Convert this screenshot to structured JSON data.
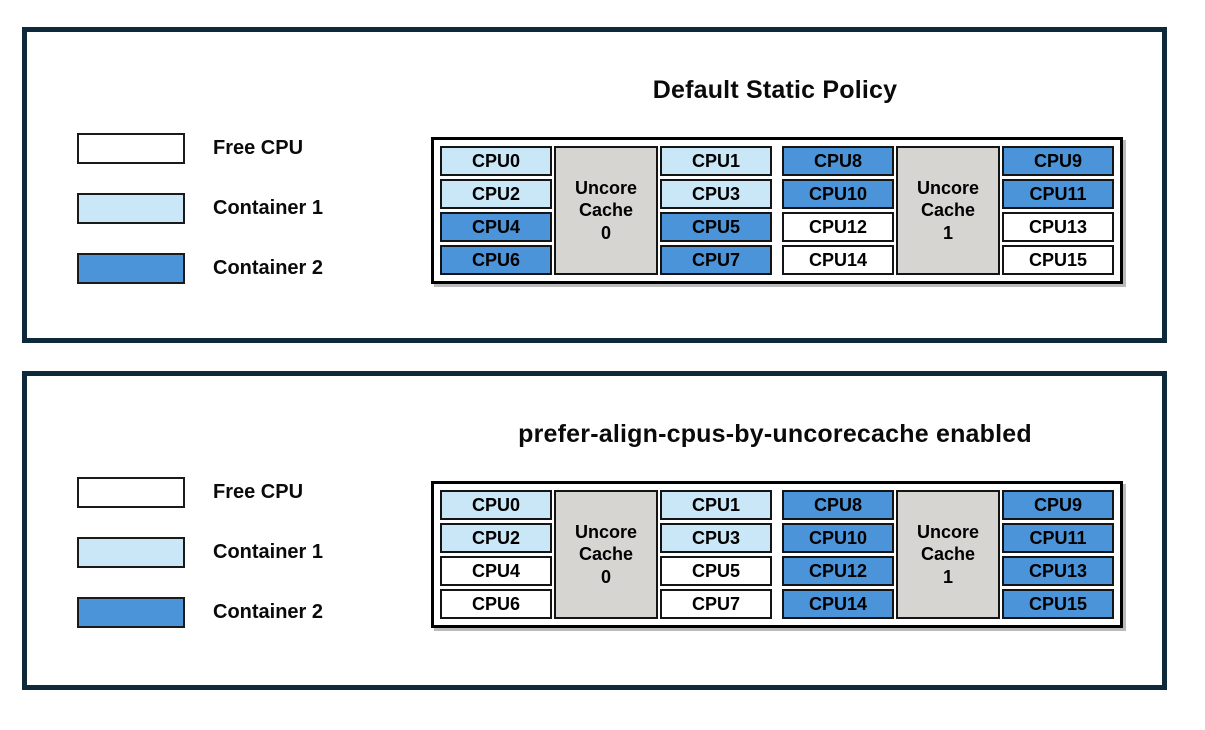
{
  "colors": {
    "free": "#ffffff",
    "container1": "#c9e7f6",
    "container2": "#4b94d9",
    "uncore_fill": "#d6d5d2",
    "panel_border": "#0e2a3a",
    "cell_border": "#141414"
  },
  "legend": {
    "items": [
      {
        "label": "Free CPU",
        "color_key": "free"
      },
      {
        "label": "Container 1",
        "color_key": "container1"
      },
      {
        "label": "Container 2",
        "color_key": "container2"
      }
    ]
  },
  "panels": [
    {
      "title": "Default Static Policy",
      "sockets": [
        {
          "cache_label_lines": [
            "Uncore",
            "Cache",
            "0"
          ],
          "left_cpus": [
            {
              "label": "CPU0",
              "state": "container1"
            },
            {
              "label": "CPU2",
              "state": "container1"
            },
            {
              "label": "CPU4",
              "state": "container2"
            },
            {
              "label": "CPU6",
              "state": "container2"
            }
          ],
          "right_cpus": [
            {
              "label": "CPU1",
              "state": "container1"
            },
            {
              "label": "CPU3",
              "state": "container1"
            },
            {
              "label": "CPU5",
              "state": "container2"
            },
            {
              "label": "CPU7",
              "state": "container2"
            }
          ]
        },
        {
          "cache_label_lines": [
            "Uncore",
            "Cache",
            "1"
          ],
          "left_cpus": [
            {
              "label": "CPU8",
              "state": "container2"
            },
            {
              "label": "CPU10",
              "state": "container2"
            },
            {
              "label": "CPU12",
              "state": "free"
            },
            {
              "label": "CPU14",
              "state": "free"
            }
          ],
          "right_cpus": [
            {
              "label": "CPU9",
              "state": "container2"
            },
            {
              "label": "CPU11",
              "state": "container2"
            },
            {
              "label": "CPU13",
              "state": "free"
            },
            {
              "label": "CPU15",
              "state": "free"
            }
          ]
        }
      ]
    },
    {
      "title": "prefer-align-cpus-by-uncorecache enabled",
      "sockets": [
        {
          "cache_label_lines": [
            "Uncore",
            "Cache",
            "0"
          ],
          "left_cpus": [
            {
              "label": "CPU0",
              "state": "container1"
            },
            {
              "label": "CPU2",
              "state": "container1"
            },
            {
              "label": "CPU4",
              "state": "free"
            },
            {
              "label": "CPU6",
              "state": "free"
            }
          ],
          "right_cpus": [
            {
              "label": "CPU1",
              "state": "container1"
            },
            {
              "label": "CPU3",
              "state": "container1"
            },
            {
              "label": "CPU5",
              "state": "free"
            },
            {
              "label": "CPU7",
              "state": "free"
            }
          ]
        },
        {
          "cache_label_lines": [
            "Uncore",
            "Cache",
            "1"
          ],
          "left_cpus": [
            {
              "label": "CPU8",
              "state": "container2"
            },
            {
              "label": "CPU10",
              "state": "container2"
            },
            {
              "label": "CPU12",
              "state": "container2"
            },
            {
              "label": "CPU14",
              "state": "container2"
            }
          ],
          "right_cpus": [
            {
              "label": "CPU9",
              "state": "container2"
            },
            {
              "label": "CPU11",
              "state": "container2"
            },
            {
              "label": "CPU13",
              "state": "container2"
            },
            {
              "label": "CPU15",
              "state": "container2"
            }
          ]
        }
      ]
    }
  ]
}
